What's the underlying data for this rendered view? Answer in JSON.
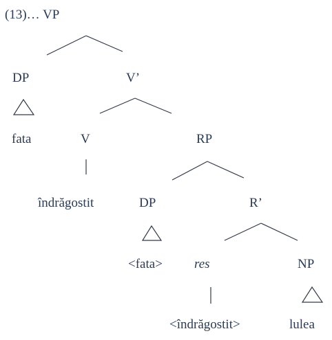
{
  "example": {
    "number": "(13)",
    "ellipsis": "…",
    "root": "VP"
  },
  "nodes": {
    "dp1": "DP",
    "vbar": "V’",
    "fata": "fata",
    "v": "V",
    "rp": "RP",
    "indragostit": "îndrăgostit",
    "dp2": "DP",
    "rbar": "R’",
    "fata_copy": "<fata>",
    "res": "res",
    "np": "NP",
    "indragostit_copy": "<îndrăgostit>",
    "lulea": "lulea"
  }
}
